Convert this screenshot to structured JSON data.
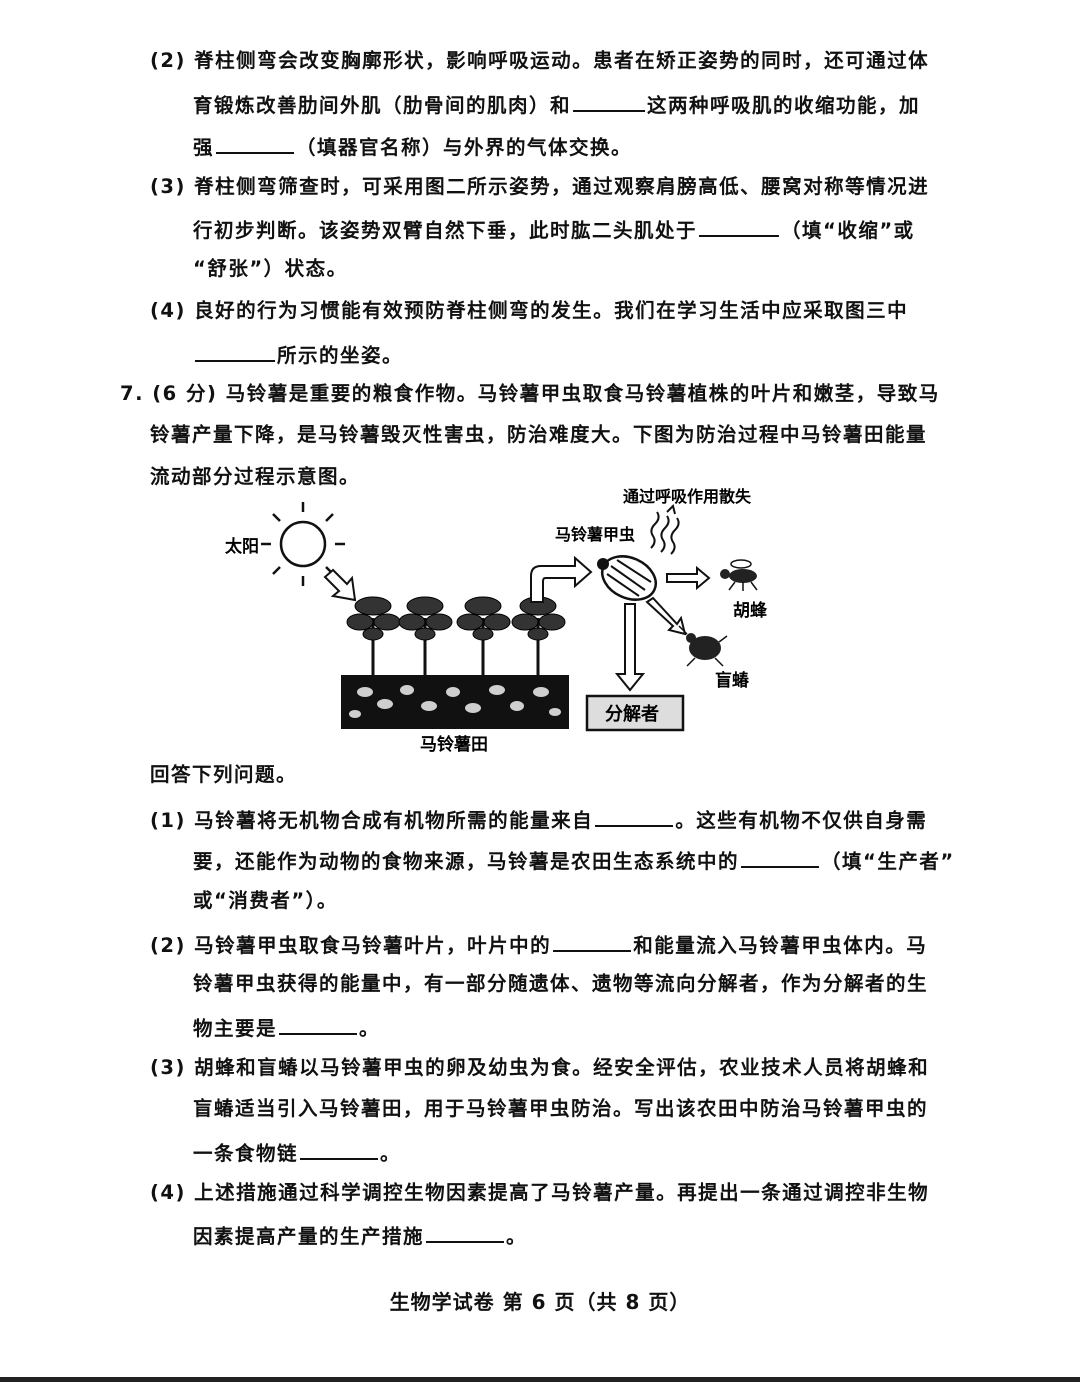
{
  "q6": {
    "p2": {
      "l1": "(2) 脊柱侧弯会改变胸廓形状，影响呼吸运动。患者在矫正姿势的同时，还可通过体",
      "l2a": "育锻炼改善肋间外肌（肋骨间的肌肉）和",
      "l2b": "这两种呼吸肌的收缩功能，加",
      "l3a": "强",
      "l3b": "（填器官名称）与外界的气体交换。"
    },
    "p3": {
      "l1": "(3) 脊柱侧弯筛查时，可采用图二所示姿势，通过观察肩膀高低、腰窝对称等情况进",
      "l2a": "行初步判断。该姿势双臂自然下垂，此时肱二头肌处于",
      "l2b": "（填“收缩”或",
      "l3": "“舒张”）状态。"
    },
    "p4": {
      "l1": "(4) 良好的行为习惯能有效预防脊柱侧弯的发生。我们在学习生活中应采取图三中",
      "l2": "所示的坐姿。"
    }
  },
  "q7": {
    "intro": {
      "l1": "7. (6 分) 马铃薯是重要的粮食作物。马铃薯甲虫取食马铃薯植株的叶片和嫩茎，导致马",
      "l2": "铃薯产量下降，是马铃薯毁灭性害虫，防治难度大。下图为防治过程中马铃薯田能量",
      "l3": "流动部分过程示意图。"
    },
    "diagram": {
      "sun": "太阳",
      "field": "马铃薯田",
      "beetle": "马铃薯甲虫",
      "respiration": "通过呼吸作用散失",
      "wasp": "胡蜂",
      "bug": "盲蝽",
      "decomposer": "分解者"
    },
    "answer_prompt": "回答下列问题。",
    "p1": {
      "l1a": "(1) 马铃薯将无机物合成有机物所需的能量来自",
      "l1b": "。这些有机物不仅供自身需",
      "l2a": "要，还能作为动物的食物来源，马铃薯是农田生态系统中的",
      "l2b": "（填“生产者”",
      "l3": "或“消费者”）。"
    },
    "p2": {
      "l1a": "(2) 马铃薯甲虫取食马铃薯叶片，叶片中的",
      "l1b": "和能量流入马铃薯甲虫体内。马",
      "l2": "铃薯甲虫获得的能量中，有一部分随遗体、遗物等流向分解者，作为分解者的生",
      "l3a": "物主要是",
      "l3b": "。"
    },
    "p3": {
      "l1": "(3) 胡蜂和盲蝽以马铃薯甲虫的卵及幼虫为食。经安全评估，农业技术人员将胡蜂和",
      "l2": "盲蝽适当引入马铃薯田，用于马铃薯甲虫防治。写出该农田中防治马铃薯甲虫的",
      "l3a": "一条食物链",
      "l3b": "。"
    },
    "p4": {
      "l1": "(4) 上述措施通过科学调控生物因素提高了马铃薯产量。再提出一条通过调控非生物",
      "l2a": "因素提高产量的生产措施",
      "l2b": "。"
    }
  },
  "footer": "生物学试卷  第 6 页（共 8 页）"
}
